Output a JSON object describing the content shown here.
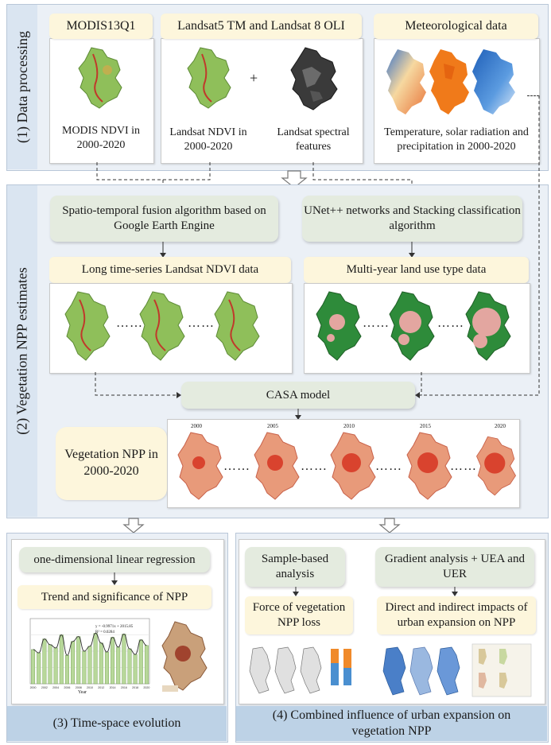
{
  "sections": {
    "s1": "(1) Data processing",
    "s2": "(2) Vegetation NPP estimates"
  },
  "s1": {
    "modis_title": "MODIS13Q1",
    "modis_caption": "MODIS NDVI in 2000-2020",
    "landsat_title": "Landsat5 TM and Landsat 8 OLI",
    "landsat_ndvi_caption": "Landsat NDVI in 2000-2020",
    "plus": "+",
    "landsat_spectral_caption": "Landsat spectral features",
    "met_title": "Meteorological data",
    "met_caption": "Temperature, solar radiation and precipitation in 2000-2020"
  },
  "s2": {
    "fusion": "Spatio-temporal fusion algorithm based on Google Earth Engine",
    "unet": "UNet++ networks and Stacking classification algorithm",
    "ndvi_series": "Long time-series Landsat  NDVI data",
    "landuse": "Multi-year land use type data",
    "dots": "……",
    "casa": "CASA model",
    "npp": "Vegetation NPP in 2000-2020",
    "npp_years": [
      "2000",
      "2005",
      "2010",
      "2015",
      "2020"
    ]
  },
  "s3": {
    "regression": "one-dimensional linear regression",
    "trend": "Trend and significance of NPP",
    "footer": "(3) Time-space evolution",
    "chart_xlabel": "Year",
    "chart_equation": "y = -0.9971x + 2015.85",
    "chart_r2": "R² = 0.0284"
  },
  "s4": {
    "sample": "Sample-based analysis",
    "gradient": "Gradient analysis + UEA and UER",
    "force": "Force of vegetation NPP loss",
    "direct": "Direct and indirect impacts of urban expansion on NPP",
    "footer": "(4) Combined influence of urban expansion on vegetation NPP"
  },
  "colors": {
    "section_bg": "#ebf0f6",
    "side_bar": "#dae5f1",
    "yellow_box": "#fdf6dc",
    "green_box": "#e4ebdf",
    "footer": "#bdd2e6"
  },
  "chart_data": {
    "type": "bar",
    "categories": [
      "2000",
      "2001",
      "2002",
      "2003",
      "2004",
      "2005",
      "2006",
      "2007",
      "2008",
      "2009",
      "2010",
      "2011",
      "2012",
      "2013",
      "2014",
      "2015",
      "2016",
      "2017",
      "2018",
      "2019",
      "2020"
    ],
    "values": [
      42,
      38,
      55,
      48,
      44,
      60,
      35,
      52,
      58,
      40,
      46,
      62,
      50,
      39,
      57,
      45,
      61,
      43,
      36,
      54,
      47
    ],
    "xlabel": "Year",
    "ylim": [
      0,
      80
    ]
  }
}
